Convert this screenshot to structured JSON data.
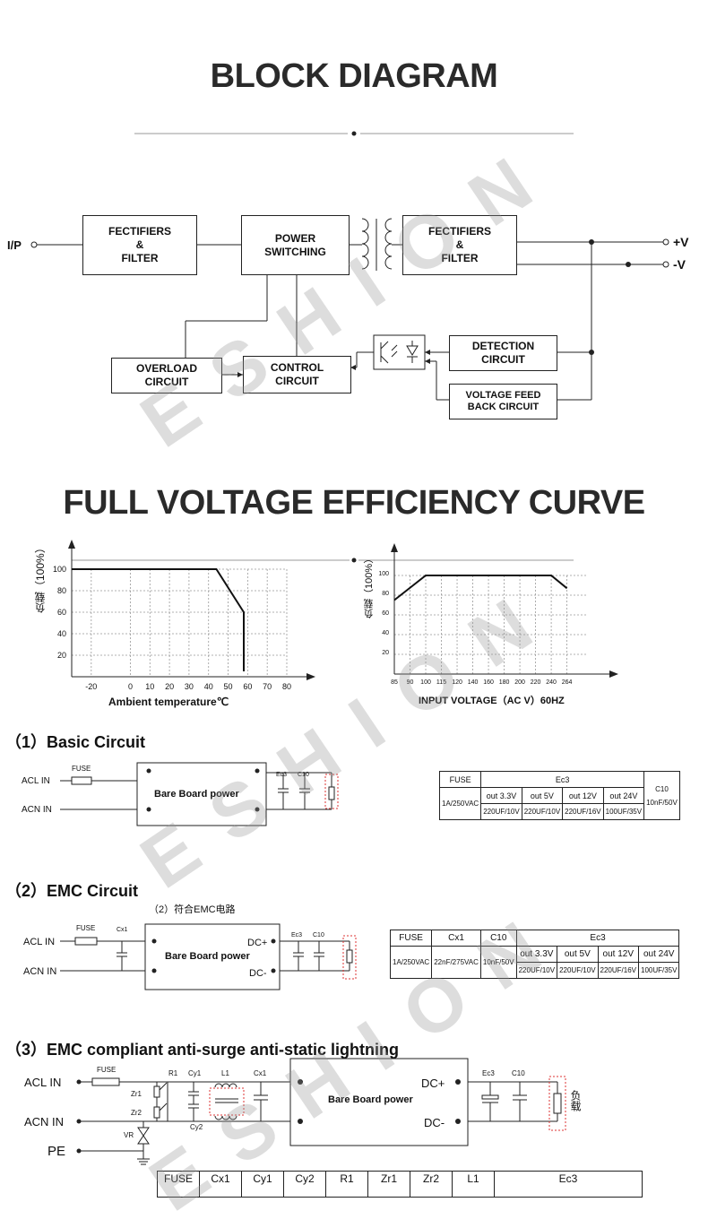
{
  "block_diagram": {
    "title": "BLOCK DIAGRAM",
    "input_label": "I/P",
    "out_pos": "+V",
    "out_neg": "-V",
    "blocks": {
      "filter1": [
        "FECTIFIERS",
        "&",
        "FILTER"
      ],
      "power": [
        "POWER",
        "SWITCHING"
      ],
      "filter2": [
        "FECTIFIERS",
        "&",
        "FILTER"
      ],
      "overload": [
        "OVERLOAD",
        "CIRCUIT"
      ],
      "control": [
        "CONTROL",
        "CIRCUIT"
      ],
      "detection": [
        "DETECTION",
        "CIRCUIT"
      ],
      "feedback": [
        "VOLTAGE FEED",
        "BACK CIRCUIT"
      ]
    }
  },
  "efficiency": {
    "title": "FULL VOLTAGE EFFICIENCY CURVE",
    "chart_data": [
      {
        "type": "line",
        "ylabel": "负载（100%）",
        "xlabel": "Ambient temperature℃",
        "x_ticks": [
          "-20",
          "0",
          "10",
          "20",
          "30",
          "40",
          "50",
          "60",
          "70",
          "80"
        ],
        "y_ticks": [
          "100",
          "80",
          "60",
          "40",
          "20"
        ],
        "xlim": [
          -30,
          80
        ],
        "ylim": [
          0,
          100
        ],
        "x": [
          -30,
          44,
          58,
          58
        ],
        "y": [
          100,
          100,
          60,
          5
        ]
      },
      {
        "type": "line",
        "ylabel": "负载（100%）",
        "xlabel": "INPUT VOLTAGE（AC V）60HZ",
        "x_ticks": [
          "85",
          "90",
          "100",
          "115",
          "120",
          "140",
          "160",
          "180",
          "200",
          "220",
          "240",
          "264"
        ],
        "y_ticks": [
          "100",
          "80",
          "60",
          "40",
          "20"
        ],
        "ylim": [
          0,
          100
        ],
        "x": [
          "85",
          "100",
          "240",
          "264"
        ],
        "y": [
          75,
          100,
          100,
          87
        ]
      }
    ]
  },
  "basic": {
    "title": "（1）Basic Circuit",
    "acl": "ACL IN",
    "acn": "ACN IN",
    "fuse": "FUSE",
    "board": "Bare Board power",
    "ec3": "Ec3",
    "c10": "C10",
    "table": {
      "h_fuse": "FUSE",
      "h_ec3": "Ec3",
      "h_c10": "C10",
      "outs": [
        "out 3.3V",
        "out 5V",
        "out 12V",
        "out 24V"
      ],
      "fuse_val": "1A/250VAC",
      "ec3_vals": [
        "220UF/10V",
        "220UF/10V",
        "220UF/16V",
        "100UF/35V"
      ],
      "c10_val": "10nF/50V"
    }
  },
  "emc": {
    "title": "（2）EMC  Circuit",
    "subtitle": "（2）符合EMC电路",
    "acl": "ACL IN",
    "acn": "ACN IN",
    "fuse": "FUSE",
    "cx1": "Cx1",
    "board": "Bare Board power",
    "dcp": "DC+",
    "dcm": "DC-",
    "ec3": "Ec3",
    "c10": "C10",
    "table": {
      "h_fuse": "FUSE",
      "h_cx1": "Cx1",
      "h_c10": "C10",
      "h_ec3": "Ec3",
      "outs": [
        "out 3.3V",
        "out 5V",
        "out 12V",
        "out 24V"
      ],
      "fuse_val": "1A/250VAC",
      "cx1_val": "22nF/275VAC",
      "c10_val": "10nF/50V",
      "ec3_vals": [
        "220UF/10V",
        "220UF/10V",
        "220UF/16V",
        "100UF/35V"
      ]
    }
  },
  "surge": {
    "title": "（3）EMC compliant anti-surge anti-static lightning",
    "acl": "ACL IN",
    "acn": "ACN IN",
    "pe": "PE",
    "fuse": "FUSE",
    "r1": "R1",
    "cy1": "Cy1",
    "cy2": "Cy2",
    "zr1": "Zr1",
    "zr2": "Zr2",
    "vr": "VR",
    "l1": "L1",
    "cx1": "Cx1",
    "board": "Bare Board power",
    "dcp": "DC+",
    "dcm": "DC-",
    "ec3": "Ec3",
    "c10": "C10",
    "load": "负载",
    "table_headers": [
      "FUSE",
      "Cx1",
      "Cy1",
      "Cy2",
      "R1",
      "Zr1",
      "Zr2",
      "L1",
      "Ec3"
    ]
  },
  "watermark": "ESHION"
}
